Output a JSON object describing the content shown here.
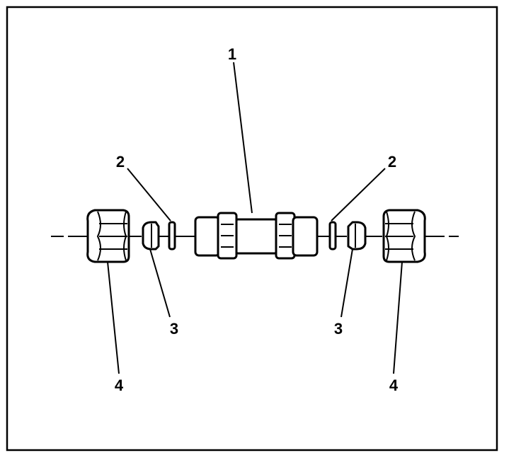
{
  "callouts": {
    "fitting": "1",
    "o_ring_left": "2",
    "o_ring_right": "2",
    "sleeve_left": "3",
    "sleeve_right": "3",
    "nut_left": "4",
    "nut_right": "4"
  },
  "colors": {
    "line": "#000000",
    "background": "#ffffff"
  }
}
